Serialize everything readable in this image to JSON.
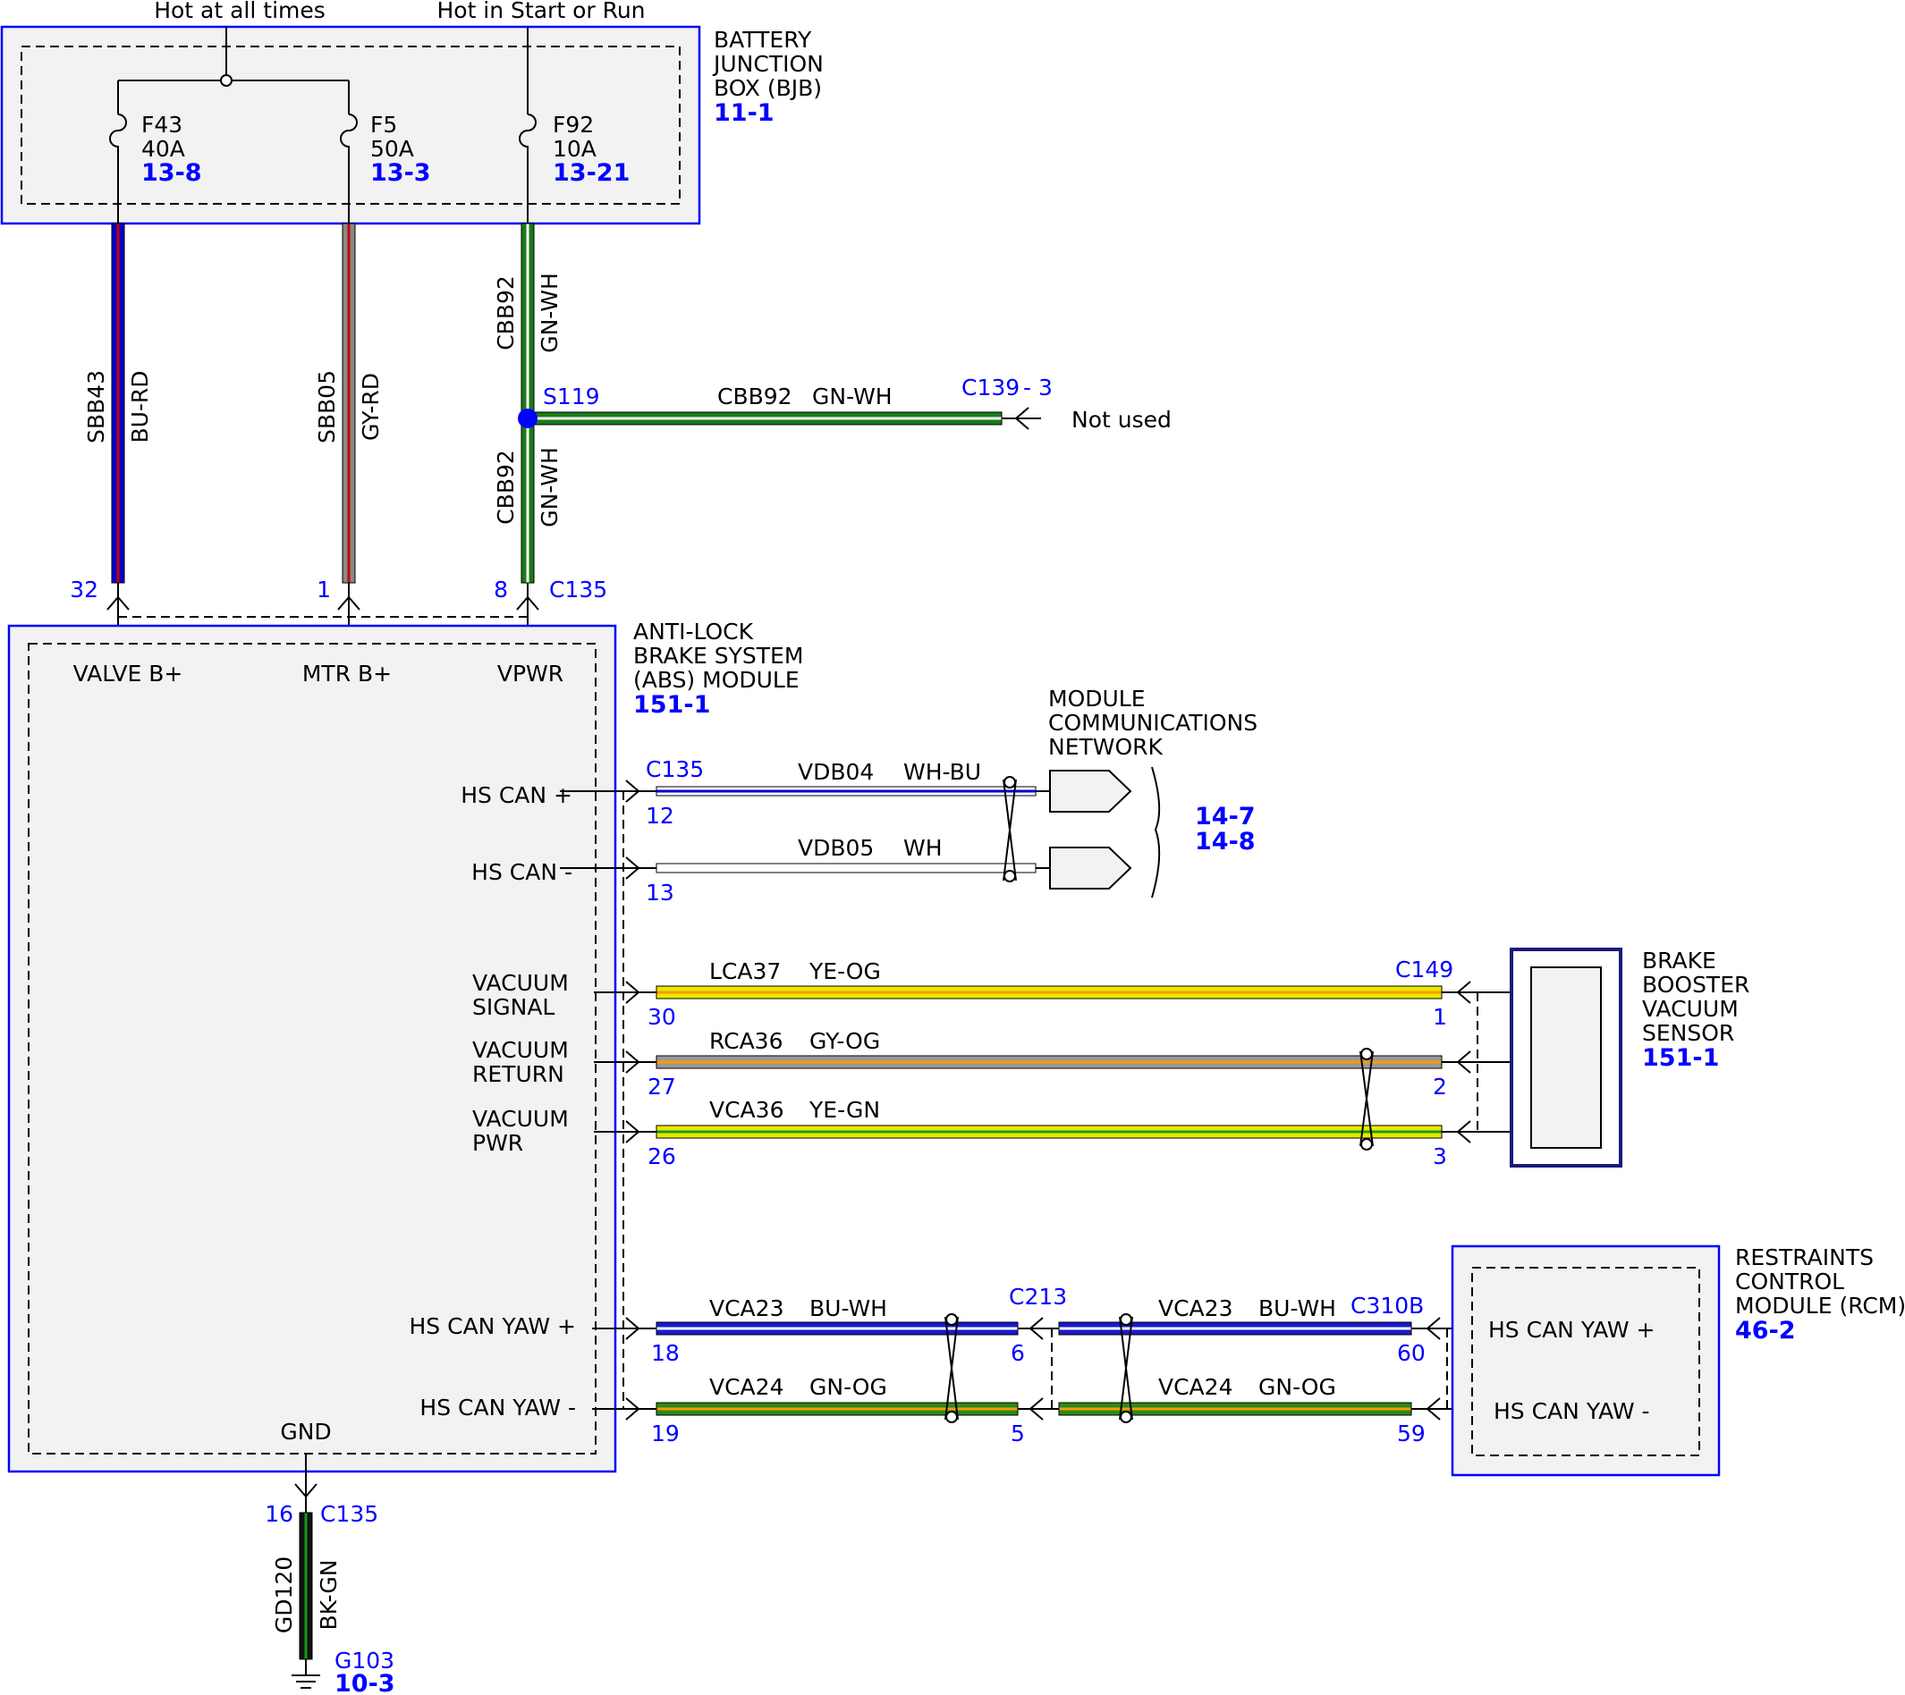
{
  "supply": {
    "hot_always": "Hot at all times",
    "hot_start_run": "Hot in Start or Run"
  },
  "bjb": {
    "line1": "BATTERY",
    "line2": "JUNCTION",
    "line3": "BOX (BJB)",
    "ref": "11-1",
    "fuses": [
      {
        "id": "F43",
        "amps": "40A",
        "ref": "13-8"
      },
      {
        "id": "F5",
        "amps": "50A",
        "ref": "13-3"
      },
      {
        "id": "F92",
        "amps": "10A",
        "ref": "13-21"
      }
    ]
  },
  "wires": {
    "sbb43": {
      "circuit": "SBB43",
      "color": "BU-RD",
      "pin": "32"
    },
    "sbb05": {
      "circuit": "SBB05",
      "color": "GY-RD",
      "pin": "1"
    },
    "cbb92_top": {
      "circuit": "CBB92",
      "color": "GN-WH"
    },
    "cbb92_bottom": {
      "circuit": "CBB92",
      "color": "GN-WH",
      "pin": "8"
    },
    "cbb92_branch": {
      "circuit": "CBB92",
      "color": "GN-WH"
    },
    "gd120": {
      "circuit": "GD120",
      "color": "BK-GN",
      "pin": "16"
    }
  },
  "splice": {
    "id": "S119"
  },
  "c139": {
    "conn": "C139",
    "pin": "- 3",
    "note": "Not used"
  },
  "c135": {
    "conn": "C135"
  },
  "abs": {
    "line1": "ANTI-LOCK",
    "line2": "BRAKE SYSTEM",
    "line3": "(ABS) MODULE",
    "ref": "151-1",
    "pins": {
      "valve": "VALVE B+",
      "mtr": "MTR B+",
      "vpwr": "VPWR",
      "hscan_p": "HS CAN +",
      "hscan_m": "HS CAN -",
      "vac_sig_1": "VACUUM",
      "vac_sig_2": "SIGNAL",
      "vac_ret_1": "VACUUM",
      "vac_ret_2": "RETURN",
      "vac_pwr_1": "VACUUM",
      "vac_pwr_2": "PWR",
      "yaw_p": "HS CAN YAW +",
      "yaw_m": "HS CAN YAW -",
      "gnd": "GND"
    }
  },
  "can": {
    "conn": "C135",
    "vdb04": {
      "circuit": "VDB04",
      "color": "WH-BU",
      "pin": "12"
    },
    "vdb05": {
      "circuit": "VDB05",
      "color": "WH",
      "pin": "13"
    },
    "network": {
      "line1": "MODULE",
      "line2": "COMMUNICATIONS",
      "line3": "NETWORK",
      "ref1": "14-7",
      "ref2": "14-8"
    }
  },
  "vacuum": {
    "conn": "C149",
    "lca37": {
      "circuit": "LCA37",
      "color": "YE-OG",
      "pin_abs": "30",
      "pin_sensor": "1"
    },
    "rca36": {
      "circuit": "RCA36",
      "color": "GY-OG",
      "pin_abs": "27",
      "pin_sensor": "2"
    },
    "vca36": {
      "circuit": "VCA36",
      "color": "YE-GN",
      "pin_abs": "26",
      "pin_sensor": "3"
    }
  },
  "sensor": {
    "line1": "BRAKE",
    "line2": "BOOSTER",
    "line3": "VACUUM",
    "line4": "SENSOR",
    "ref": "151-1"
  },
  "yaw": {
    "c213": "C213",
    "c310b": "C310B",
    "vca23_left": {
      "circuit": "VCA23",
      "color": "BU-WH",
      "pin_abs": "18",
      "pin_c213": "6"
    },
    "vca24_left": {
      "circuit": "VCA24",
      "color": "GN-OG",
      "pin_abs": "19",
      "pin_c213": "5"
    },
    "vca23_right": {
      "circuit": "VCA23",
      "color": "BU-WH",
      "pin_rcm": "60"
    },
    "vca24_right": {
      "circuit": "VCA24",
      "color": "GN-OG",
      "pin_rcm": "59"
    }
  },
  "rcm": {
    "line1": "RESTRAINTS",
    "line2": "CONTROL",
    "line3": "MODULE (RCM)",
    "ref": "46-2",
    "pin_p": "HS CAN YAW +",
    "pin_m": "HS CAN YAW -"
  },
  "ground": {
    "conn": "C135",
    "id": "G103",
    "ref": "10-3"
  },
  "colors": {
    "blue_label": "#0000ff",
    "box_fill": "#f2f2f2"
  }
}
